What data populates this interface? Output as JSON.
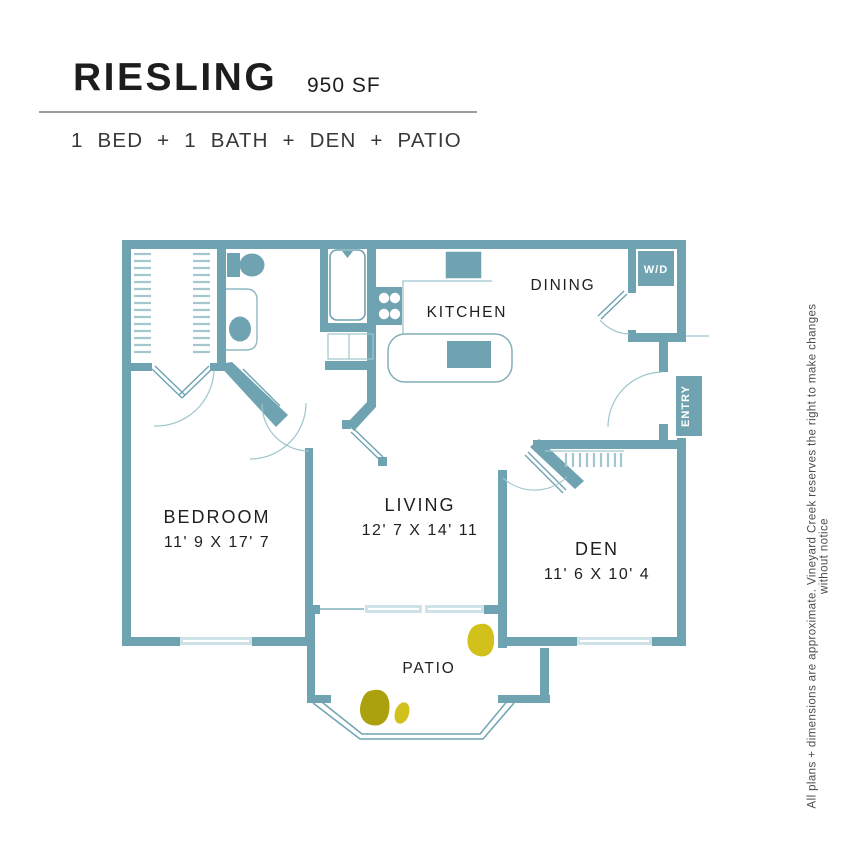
{
  "header": {
    "title": "RIESLING",
    "area": "950 SF",
    "subtitle": "1 BED + 1 BATH + DEN + PATIO"
  },
  "floorplan": {
    "rooms": [
      {
        "name": "BEDROOM",
        "dims": "11' 9 X 17' 7"
      },
      {
        "name": "LIVING",
        "dims": "12' 7 X 14' 11"
      },
      {
        "name": "DEN",
        "dims": "11' 6 X 10' 4"
      },
      {
        "name": "KITCHEN"
      },
      {
        "name": "DINING"
      },
      {
        "name": "PATIO"
      }
    ],
    "badges": {
      "washer_dryer": "W/D",
      "entry": "ENTRY"
    },
    "fixtures": [
      "toilet",
      "vanity-sink",
      "bathtub",
      "stove",
      "refrigerator",
      "kitchen-sink",
      "washer-dryer",
      "closet-shelving",
      "patio-plants"
    ],
    "colors": {
      "wall": "#6FA3B1",
      "window": "#CFE2E7",
      "hatch": "#A3C6CF",
      "arc": "#9EC5CD",
      "plant_yellow": "#D2C01B",
      "plant_olive": "#ABA00D",
      "label_text": "#1F1F1F",
      "badge_text": "#FFFFFF"
    }
  },
  "disclaimer": "All plans + dimensions are approximate. Vineyard Creek reserves the right to make changes without notice"
}
